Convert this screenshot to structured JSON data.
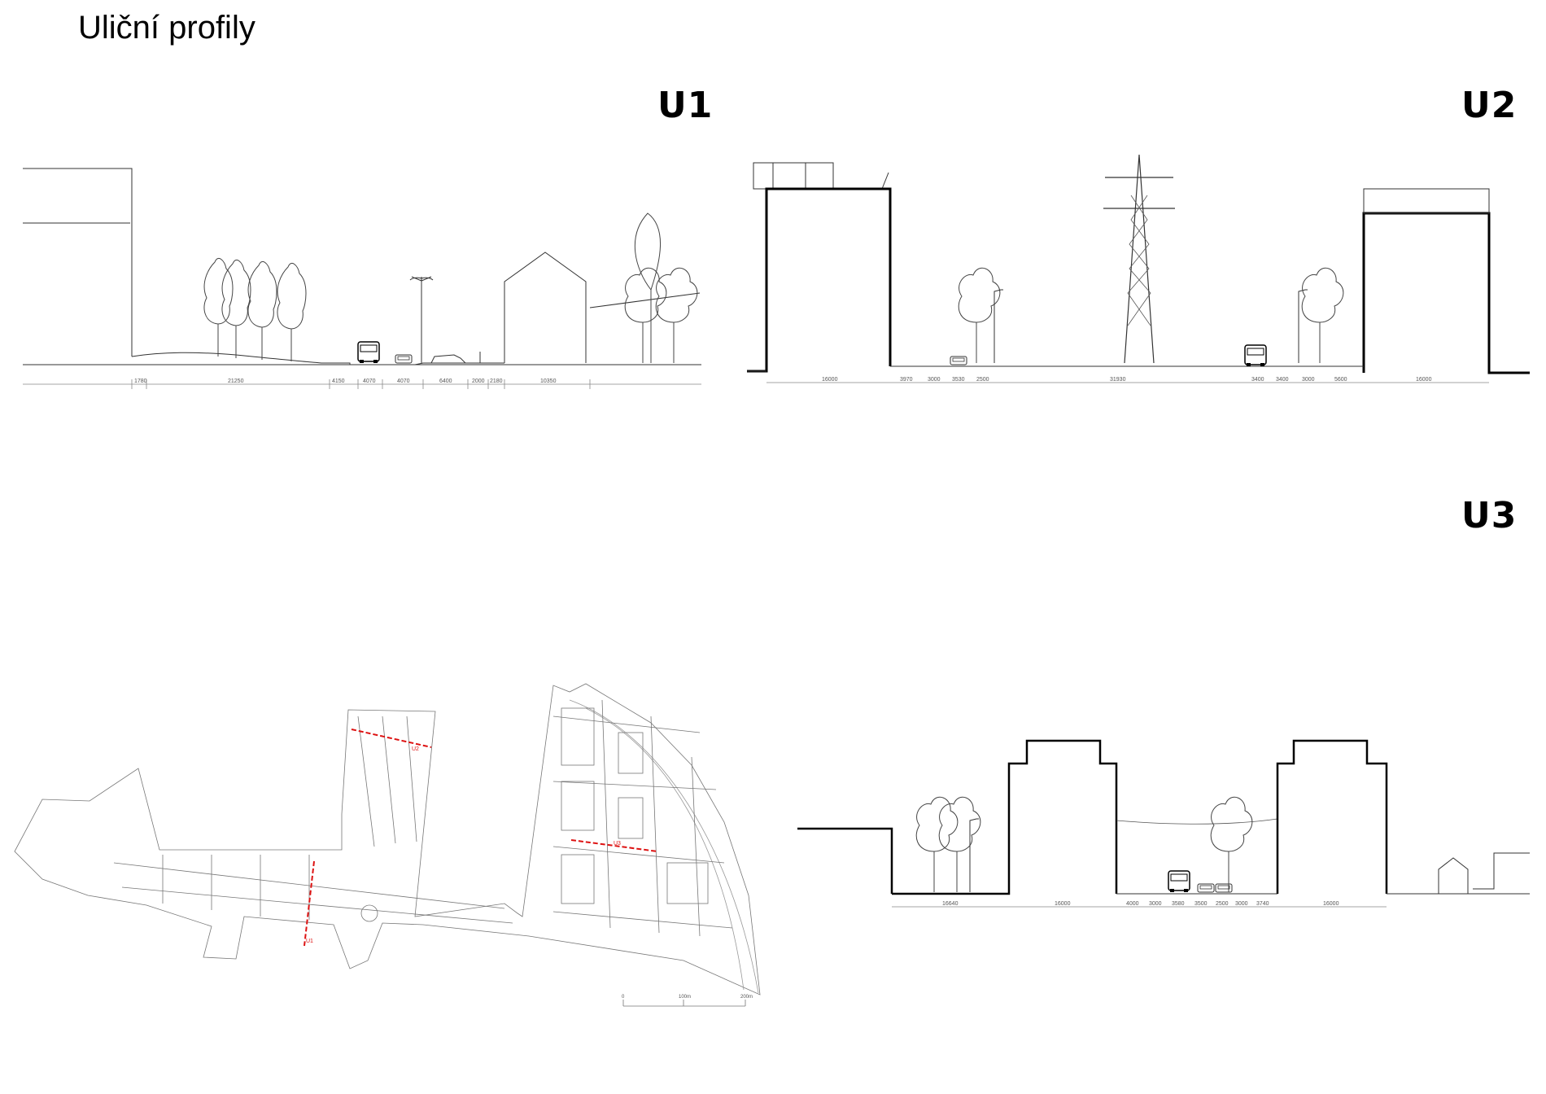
{
  "page": {
    "title": "Uliční profily"
  },
  "sections": [
    {
      "id": "U1",
      "dimensions": [
        "1780",
        "21250",
        "4150",
        "4070",
        "4070",
        "6400",
        "2000",
        "2180",
        "10350"
      ]
    },
    {
      "id": "U2",
      "dimensions": [
        "16000",
        "3970",
        "3000",
        "3530",
        "2500",
        "31930",
        "3400",
        "3400",
        "3000",
        "5600",
        "16000"
      ]
    },
    {
      "id": "U3",
      "dimensions": [
        "16640",
        "16000",
        "4000",
        "3000",
        "3580",
        "3500",
        "2500",
        "3000",
        "3740",
        "16000"
      ]
    }
  ],
  "site_plan": {
    "section_marks": [
      "U1",
      "U2",
      "U3"
    ],
    "scale_bar": [
      "0",
      "100m",
      "200m"
    ]
  },
  "colors": {
    "section_line": "#dd1111",
    "ink": "#000000"
  }
}
